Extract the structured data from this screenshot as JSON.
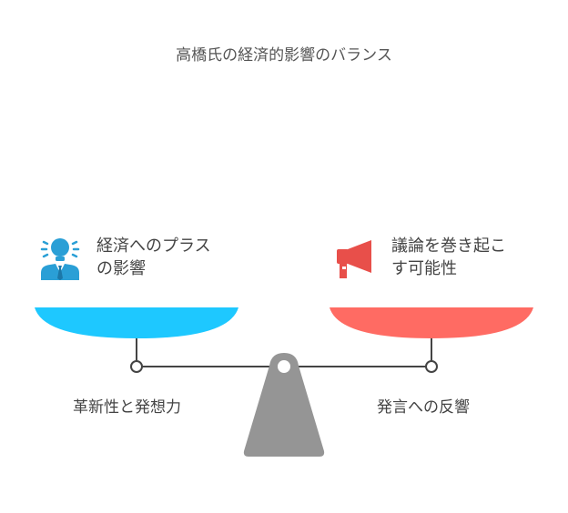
{
  "title": "高橋氏の経済的影響のバランス",
  "left": {
    "label_line1": "経済へのプラス",
    "label_line2": "の影響",
    "bottom_label": "革新性と発想力",
    "color": "#1ec8ff",
    "icon": "person-lightbulb-icon"
  },
  "right": {
    "label_line1": "議論を巻き起こ",
    "label_line2": "す可能性",
    "bottom_label": "発言への反響",
    "color": "#ff6b63",
    "icon": "megaphone-icon"
  },
  "colors": {
    "beam": "#444444",
    "fulcrum": "#959595",
    "icon_blue": "#2a9fd6",
    "icon_red": "#e84f4a"
  }
}
